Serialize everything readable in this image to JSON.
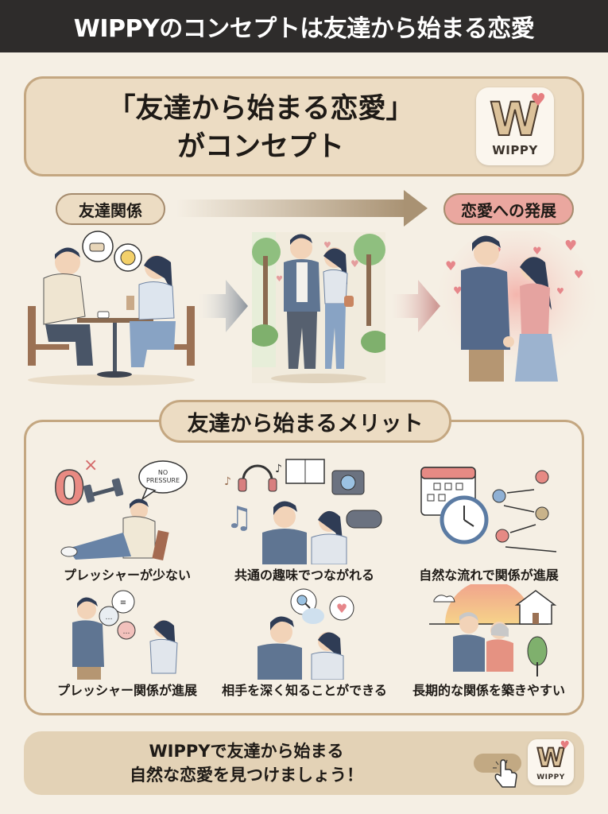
{
  "header": {
    "title": "WIPPYのコンセプトは友達から始まる恋愛"
  },
  "hero": {
    "title_line1": "「友達から始まる恋愛」",
    "title_line2": "がコンセプト",
    "app_icon": {
      "glyph": "W",
      "heart": "♥",
      "label": "WIPPY"
    }
  },
  "flow": {
    "start_label": "友達関係",
    "end_label": "恋愛への発展",
    "scenes": [
      {
        "name": "cafe-friends-scene",
        "bubbles": [
          "☕",
          "☺"
        ]
      },
      {
        "name": "park-walk-scene",
        "bubbles": [
          "♥",
          "♥",
          "♥"
        ]
      },
      {
        "name": "couple-romance-scene",
        "bubbles": [
          "♥",
          "♥",
          "♥",
          "♥"
        ]
      }
    ],
    "colors": {
      "start_pill": "#ecdcc3",
      "end_pill": "#eaa79f",
      "arrow": "#a99273"
    }
  },
  "merits": {
    "title": "友達から始まるメリット",
    "items": [
      {
        "label": "プレッシャーが少ない",
        "art_text": "NO\nPRESSURE",
        "zero": "0",
        "x": "×"
      },
      {
        "label": "共通の趣味でつながれる",
        "icons": [
          "🎧",
          "📖",
          "📷",
          "♫",
          "🎮"
        ]
      },
      {
        "label": "自然な流れで関係が進展",
        "icons": [
          "calendar",
          "clock",
          "map-pins"
        ]
      },
      {
        "label": "プレッシャー関係が進展",
        "bubbles": [
          "…",
          "≡",
          "…"
        ]
      },
      {
        "label": "相手を深く知ることができる",
        "bubbles": [
          "🔍",
          "♥"
        ]
      },
      {
        "label": "長期的な関係を築きやすい",
        "icons": [
          "sunset",
          "house",
          "tree"
        ]
      }
    ]
  },
  "cta": {
    "line1": "WIPPYで友達から始まる",
    "line2": "自然な恋愛を見つけましょう！",
    "app_icon": {
      "glyph": "W",
      "heart": "♥",
      "label": "WIPPY"
    }
  }
}
